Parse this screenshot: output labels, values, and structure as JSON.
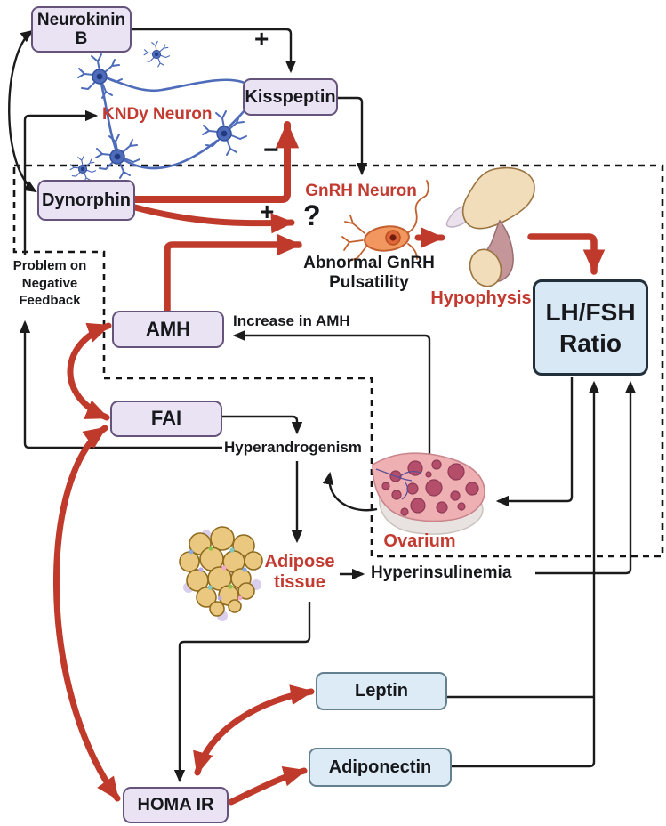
{
  "colors": {
    "purple_fill": "#e9e3f3",
    "purple_border": "#65537c",
    "blue_fill": "#dcebf6",
    "blue_border": "#64808f",
    "lhfsh_fill": "#d8e8f5",
    "lhfsh_border": "#22303c",
    "label_red": "#c33a30",
    "arrow_red": "#bf3a2b",
    "line_black": "#1b1b1b"
  },
  "boxes": {
    "neurokinin_b": {
      "label": "Neurokinin B"
    },
    "kisspeptin": {
      "label": "Kisspeptin"
    },
    "dynorphin": {
      "label": "Dynorphin"
    },
    "amh": {
      "label": "AMH"
    },
    "fai": {
      "label": "FAI"
    },
    "lhfsh_ratio": {
      "label": "LH/FSH Ratio"
    },
    "leptin": {
      "label": "Leptin"
    },
    "adiponectin": {
      "label": "Adiponectin"
    },
    "homa_ir": {
      "label": "HOMA IR"
    }
  },
  "labels": {
    "kndy_neuron": "KNDy Neuron",
    "gnrh_neuron": "GnRH Neuron",
    "abnormal_pulsatility": "Abnormal GnRH Pulsatility",
    "hypophysis": "Hypophysis",
    "problem_feedback": "Problem on Negative Feedback",
    "increase_amh": "Increase in AMH",
    "hyperandrogenism": "Hyperandrogenism",
    "ovarium": "Ovarium",
    "adipose_tissue": "Adipose tissue",
    "hyperinsulinemia": "Hyperinsulinemia"
  },
  "signs": {
    "plus_nkb_kisspeptin": "+",
    "minus_kisspeptin": "−",
    "plus_dynorphin_gnrh": "+",
    "question_gnrh": "?"
  }
}
